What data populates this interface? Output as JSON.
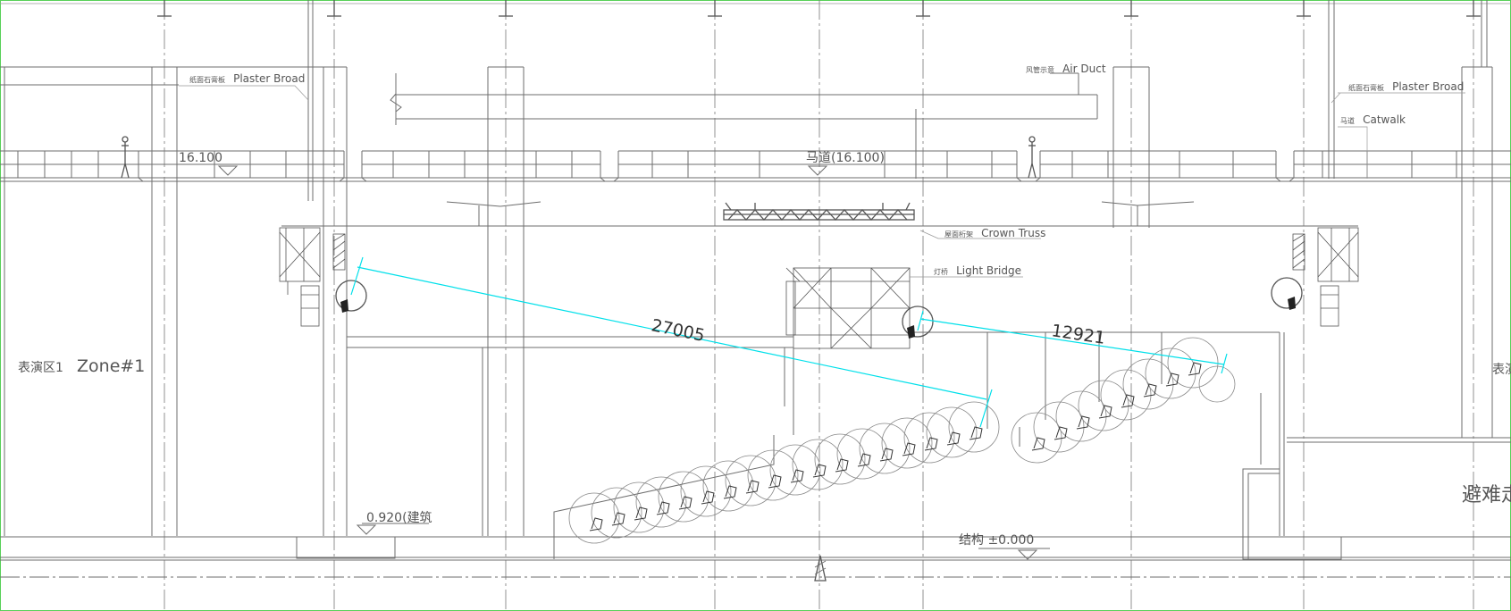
{
  "labels": {
    "plaster_left_cn": "纸面石膏板",
    "plaster_left_en": "Plaster Broad",
    "plaster_right_cn": "纸面石膏板",
    "plaster_right_en": "Plaster Broad",
    "air_duct_cn": "风管示意",
    "air_duct_en": "Air Duct",
    "catwalk_cn": "马道",
    "catwalk_en": "Catwalk",
    "crown_truss_cn": "屋面桁架",
    "crown_truss_en": "Crown Truss",
    "light_bridge_cn": "灯桥",
    "light_bridge_en": "Light Bridge",
    "zone_left_cn": "表演区1",
    "zone_left_en": "Zone#1",
    "zone_right_cn": "表演",
    "evac_cn": "避难走"
  },
  "levels": {
    "catwalk_left": "16.100",
    "catwalk_mid_prefix": "马道",
    "catwalk_mid": "16.100",
    "floor_left": "0.920",
    "floor_left_suffix": "建筑",
    "structure_prefix": "结构",
    "structure": "±0.000"
  },
  "dimensions": {
    "left_sightline": "27005",
    "right_sightline": "12921"
  },
  "colors": {
    "sightline": "#00e0ea",
    "linework": "#6e6e6e"
  }
}
